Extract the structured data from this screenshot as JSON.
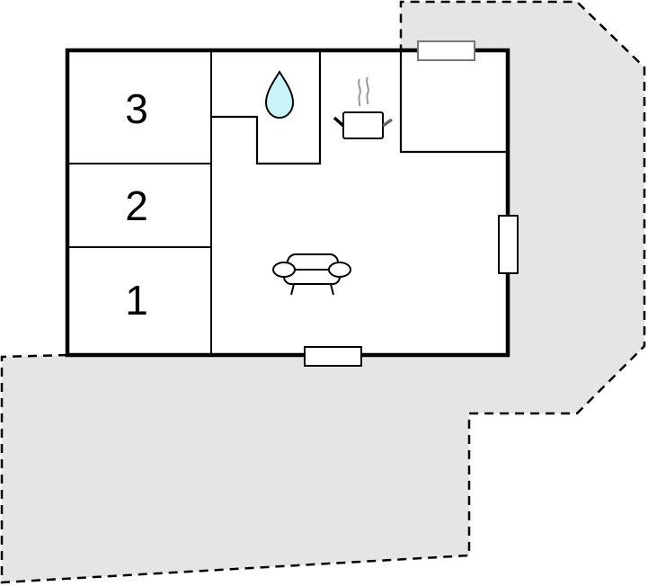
{
  "floorplan": {
    "rooms": [
      {
        "id": "bedroom-3",
        "label": "3"
      },
      {
        "id": "bedroom-2",
        "label": "2"
      },
      {
        "id": "bedroom-1",
        "label": "1"
      }
    ],
    "icons": [
      "water-drop-icon",
      "cooking-pot-icon",
      "sofa-icon"
    ],
    "colors": {
      "terrace": "#e5e5e5",
      "wall": "#000000",
      "water": "#c8f4fa",
      "window": "#ffffff"
    }
  }
}
